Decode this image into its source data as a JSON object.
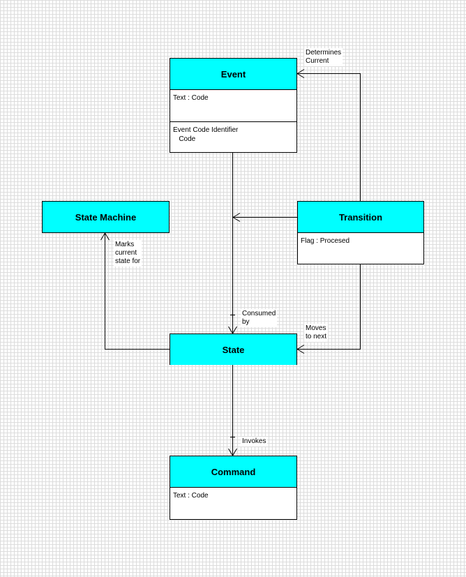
{
  "colors": {
    "entity_header": "#00ffff",
    "line": "#000000"
  },
  "entities": {
    "event": {
      "name": "Event",
      "attributes": "Text : Code",
      "keys": "Event Code Identifier\n   Code"
    },
    "state_machine": {
      "name": "State Machine"
    },
    "transition": {
      "name": "Transition",
      "attributes": "Flag : Procesed"
    },
    "state": {
      "name": "State"
    },
    "command": {
      "name": "Command",
      "attributes": "Text : Code"
    }
  },
  "relationships": {
    "determines_current": "Determines\nCurrent",
    "marks_current": "Marks\ncurrent\nstate for",
    "consumed_by": "Consumed\nby",
    "moves_to_next": "Moves\nto next",
    "invokes": "Invokes"
  }
}
